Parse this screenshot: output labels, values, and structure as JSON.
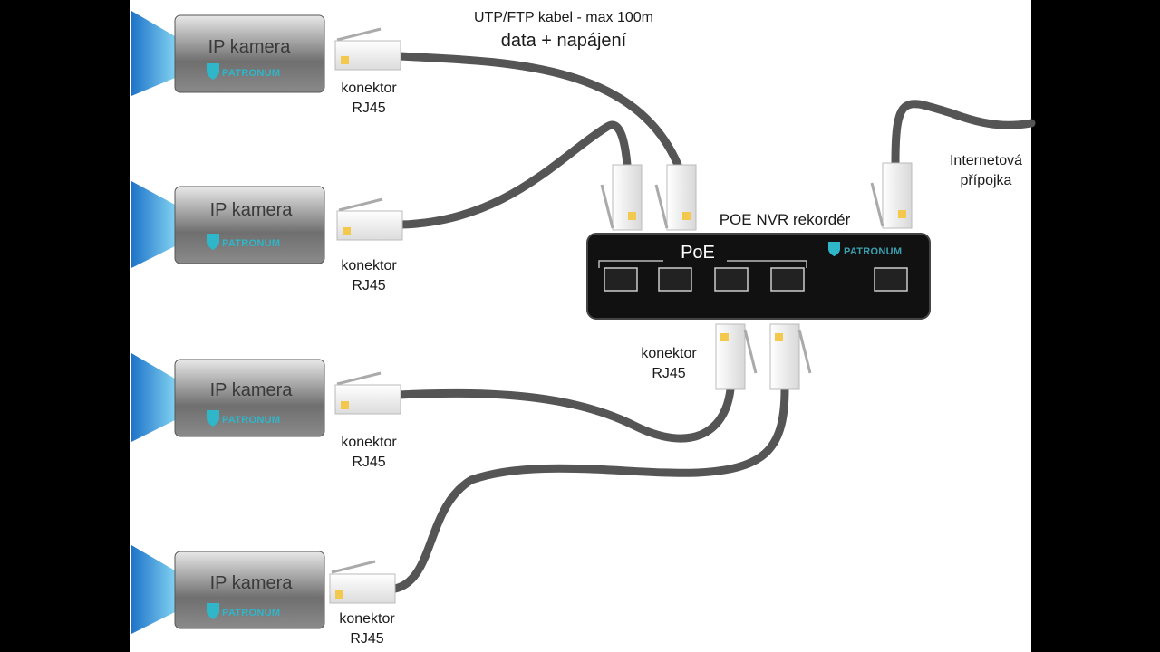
{
  "diagram": {
    "cable_caption_line1": "UTP/FTP kabel - max 100m",
    "cable_caption_line2": "data + napájení",
    "cameras": [
      {
        "label": "IP kamera",
        "brand": "PATRONUM"
      },
      {
        "label": "IP kamera",
        "brand": "PATRONUM"
      },
      {
        "label": "IP kamera",
        "brand": "PATRONUM"
      },
      {
        "label": "IP kamera",
        "brand": "PATRONUM"
      }
    ],
    "connector_label_line1": "konektor",
    "connector_label_line2": "RJ45",
    "nvr": {
      "title": "POE NVR rekordér",
      "poe_label": "PoE",
      "brand": "PATRONUM"
    },
    "internet_line1": "Internetová",
    "internet_line2": "přípojka",
    "colors": {
      "cable": "#555555",
      "lens": "#1e90d6",
      "brand": "#2fb6c9",
      "recorder": "#111111",
      "connector_pin": "#f2c94c"
    }
  }
}
